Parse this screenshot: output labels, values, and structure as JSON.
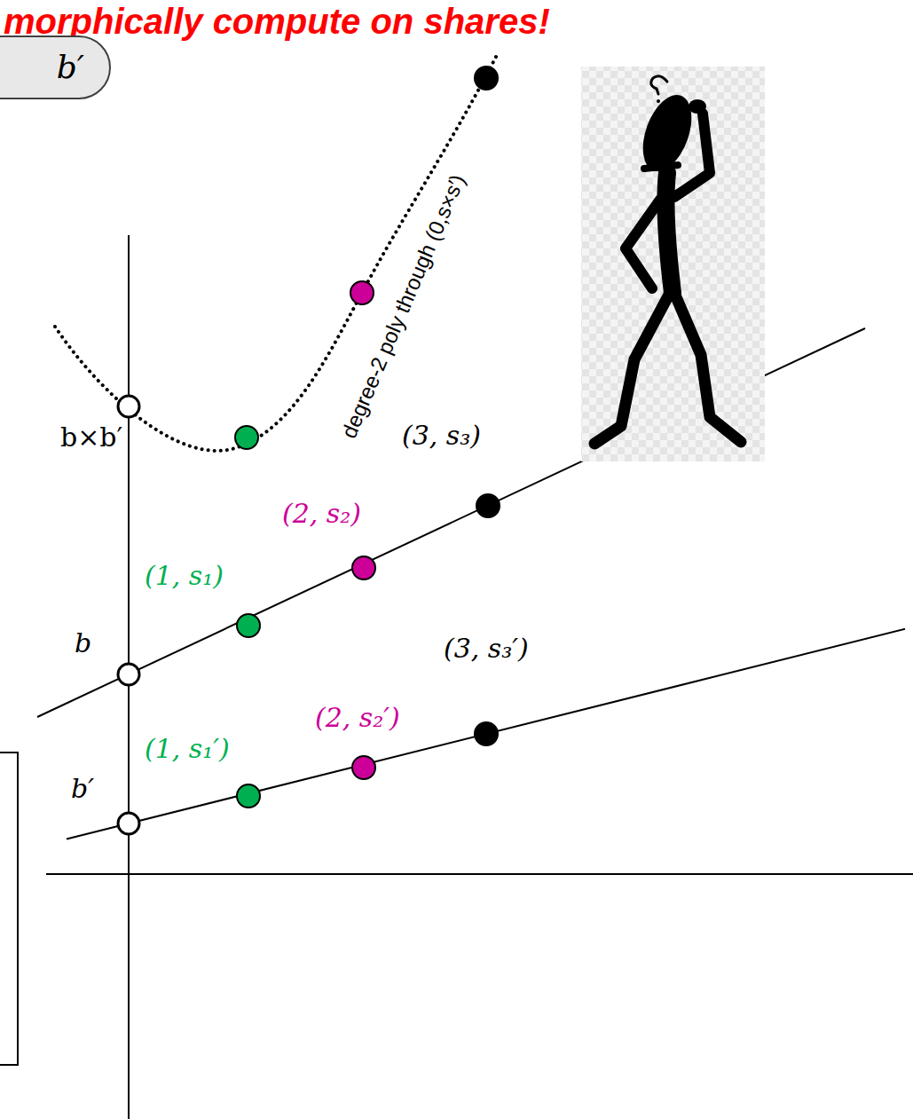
{
  "diagram": {
    "title": "morphically compute on shares!",
    "nodes": [
      {
        "text": [
          "b′"
        ]
      }
    ],
    "labels": [
      "degree-2 poly through (0,s×s′)",
      "b×b′",
      "(3, s₃)",
      "(2, s₂)",
      "(1, s₁)",
      "b",
      "(3, s₃′)",
      "(2, s₂′)",
      "(1, s₁′)",
      "b′"
    ]
  }
}
